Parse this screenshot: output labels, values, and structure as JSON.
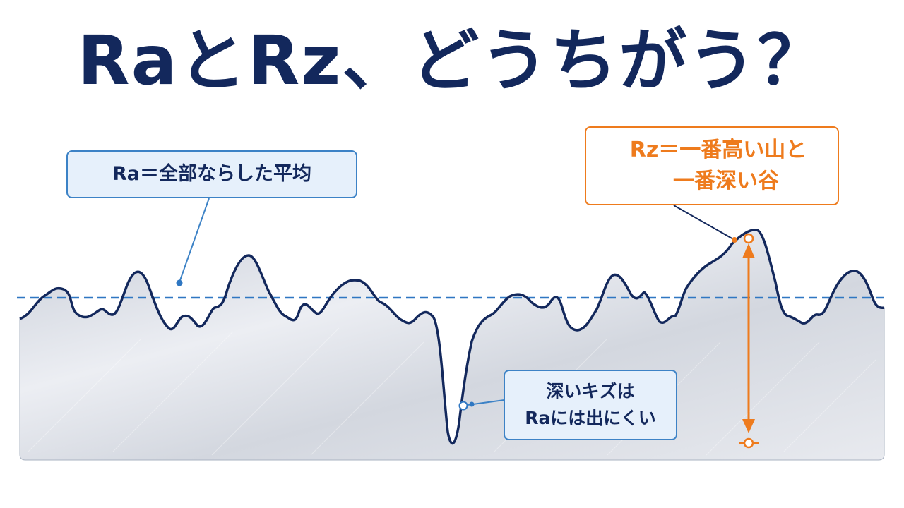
{
  "title": "RaとRz、どうちがう？",
  "ra_label": "Ra＝全部ならした平均",
  "rz_label": {
    "line1": "Rz＝一番高い山と",
    "line2": "一番深い谷"
  },
  "scratch_label": {
    "line1": "深いキズは",
    "line2": "Raには出にくい"
  },
  "colors": {
    "title": "#13285c",
    "profile_line": "#13285c",
    "mean_line": "#2f77c2",
    "ra_accent": "#3c82c6",
    "rz_accent": "#ee7b1d",
    "surface_fill": "#d7dbe3"
  }
}
